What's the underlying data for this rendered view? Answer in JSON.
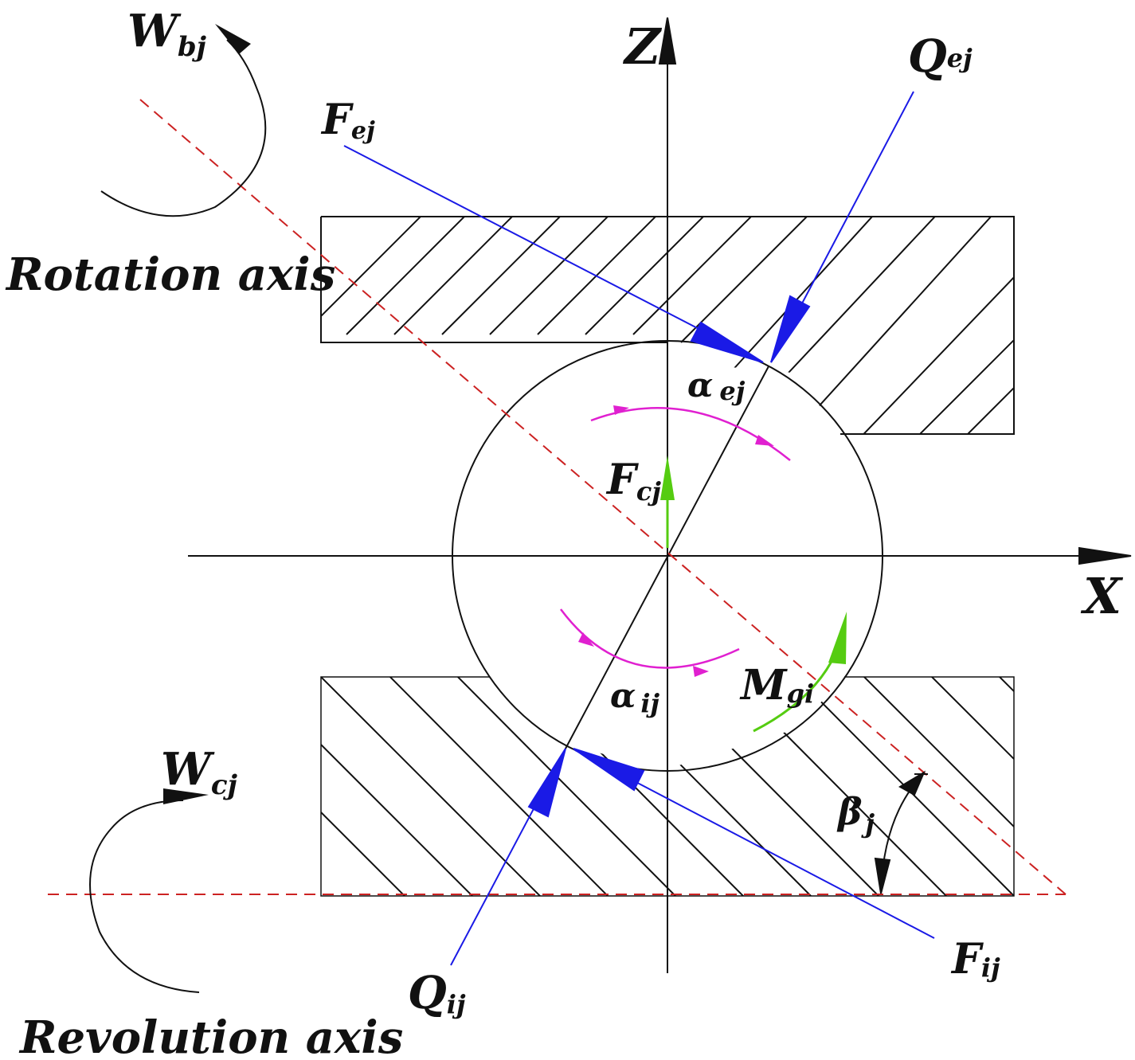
{
  "labels": {
    "z_axis": "Z",
    "x_axis": "X",
    "w_b_main": "W",
    "w_b_sub": "bj",
    "w_c_main": "W",
    "w_c_sub": "cj",
    "f_e_main": "F",
    "f_e_sub": "ej",
    "q_e_main": "Q",
    "q_e_sub": "ej",
    "f_i_main": "F",
    "f_i_sub": "ij",
    "q_i_main": "Q",
    "q_i_sub": "ij",
    "f_c_main": "F",
    "f_c_sub": "cj",
    "m_g_main": "M",
    "m_g_sub": "gi",
    "alpha_e_main": "α",
    "alpha_e_sub": "ej",
    "alpha_i_main": "α",
    "alpha_i_sub": "ij",
    "beta_main": "β",
    "beta_sub": "j",
    "rotation_axis": "Rotation axis",
    "revolution_axis": "Revolution axis"
  },
  "colors": {
    "force": "#1a1ae6",
    "axis_dashed": "#cc2222",
    "moment_pink": "#e020d0",
    "green": "#55cc11",
    "line": "#111111"
  }
}
